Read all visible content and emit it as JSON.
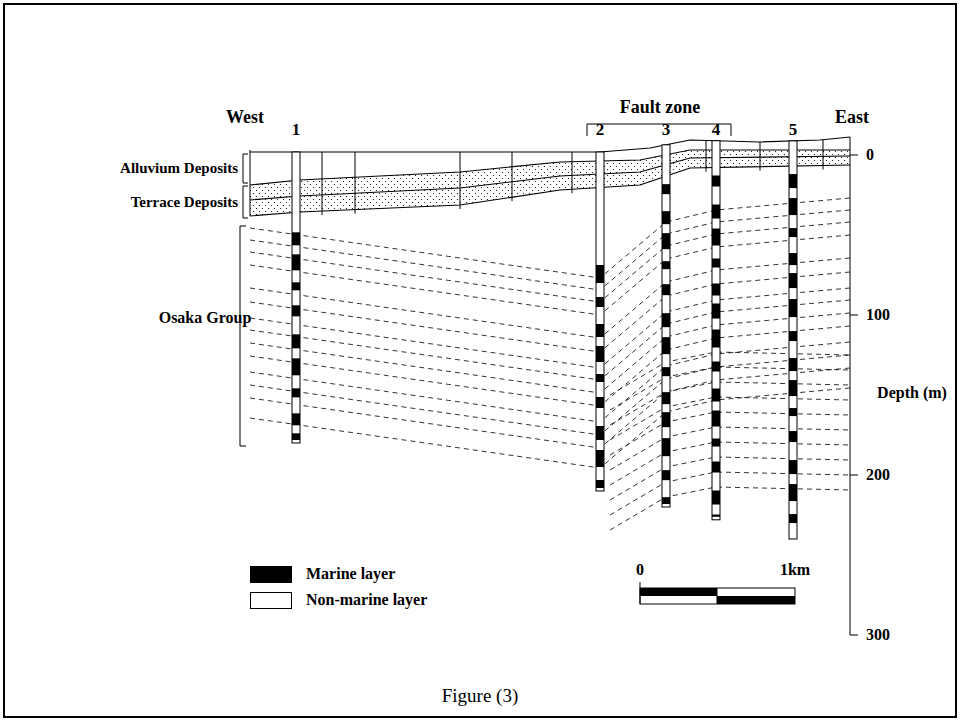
{
  "diagram": {
    "caption": "Figure (3)",
    "labels": [
      "West",
      "1",
      "2",
      "3",
      "4",
      "5",
      "East",
      "Fault zone",
      "Alluvium Deposits",
      "Terrace Deposits",
      "Osaka Group",
      "0",
      "100",
      "200",
      "300",
      "Depth (m)",
      "0",
      "1km"
    ],
    "legend": [
      {
        "text": "Marine layer",
        "color": "#000000"
      },
      {
        "text": "Non-marine layer",
        "color": "#ffffff"
      }
    ]
  }
}
